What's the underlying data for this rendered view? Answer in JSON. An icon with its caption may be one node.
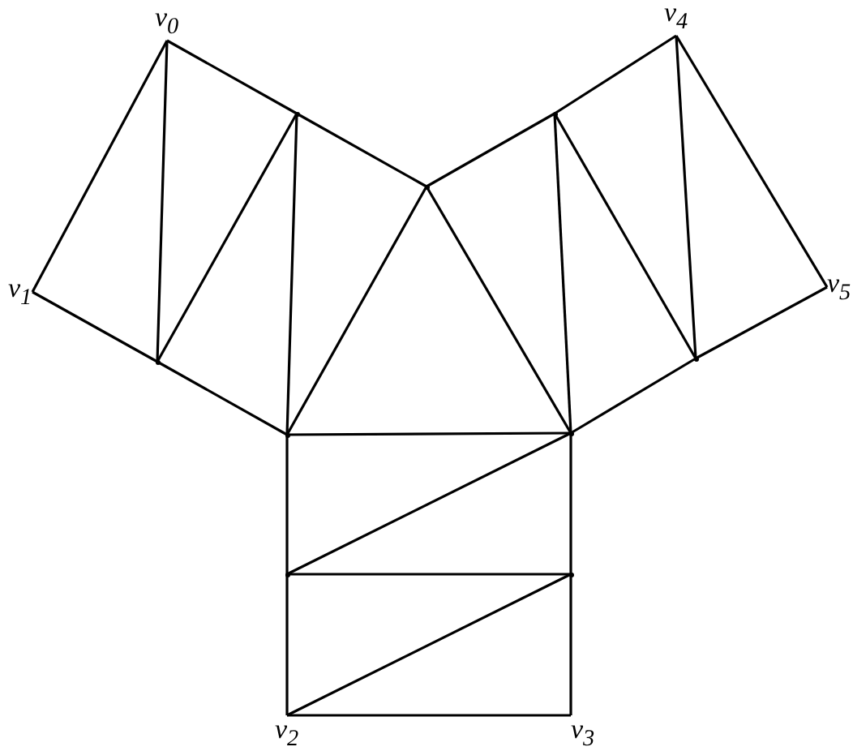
{
  "diagram": {
    "nodes": [
      {
        "text": [
          "v$_{0}$"
        ]
      },
      {
        "text": [
          "v$_{4}$"
        ]
      },
      {
        "text": [],
        "shape": "point"
      },
      {
        "text": [],
        "shape": "point"
      },
      {
        "text": [],
        "shape": "point"
      },
      {
        "text": [
          "v$_{1}$"
        ]
      },
      {
        "text": [
          "v$_{5}$"
        ]
      },
      {
        "text": [],
        "shape": "point"
      },
      {
        "text": [],
        "shape": "point"
      },
      {
        "text": [],
        "shape": "point"
      },
      {
        "text": [],
        "shape": "point"
      },
      {
        "text": [],
        "shape": "point"
      },
      {
        "text": [],
        "shape": "point"
      },
      {
        "text": [
          "v$_{2}$"
        ]
      },
      {
        "text": [
          "v$_{3}$"
        ]
      }
    ],
    "edges": [
      {
        "from": 0,
        "to": 5,
        "arrow": "none"
      },
      {
        "from": 5,
        "to": 7,
        "arrow": "none"
      },
      {
        "from": 7,
        "to": 9,
        "arrow": "none"
      },
      {
        "from": 0,
        "to": 2,
        "arrow": "none"
      },
      {
        "from": 2,
        "to": 4,
        "arrow": "none"
      },
      {
        "from": 0,
        "to": 7,
        "arrow": "none"
      },
      {
        "from": 7,
        "to": 2,
        "arrow": "none"
      },
      {
        "from": 2,
        "to": 9,
        "arrow": "none"
      },
      {
        "from": 4,
        "to": 9,
        "arrow": "none"
      },
      {
        "from": 9,
        "to": 10,
        "arrow": "none"
      },
      {
        "from": 4,
        "to": 10,
        "arrow": "none"
      },
      {
        "from": 4,
        "to": 3,
        "arrow": "none"
      },
      {
        "from": 3,
        "to": 1,
        "arrow": "none"
      },
      {
        "from": 1,
        "to": 6,
        "arrow": "none"
      },
      {
        "from": 6,
        "to": 8,
        "arrow": "none"
      },
      {
        "from": 8,
        "to": 10,
        "arrow": "none"
      },
      {
        "from": 3,
        "to": 10,
        "arrow": "none"
      },
      {
        "from": 3,
        "to": 8,
        "arrow": "none"
      },
      {
        "from": 1,
        "to": 8,
        "arrow": "none"
      },
      {
        "from": 9,
        "to": 11,
        "arrow": "none"
      },
      {
        "from": 11,
        "to": 13,
        "arrow": "none"
      },
      {
        "from": 10,
        "to": 12,
        "arrow": "none"
      },
      {
        "from": 12,
        "to": 14,
        "arrow": "none"
      },
      {
        "from": 13,
        "to": 14,
        "arrow": "none"
      },
      {
        "from": 10,
        "to": 11,
        "arrow": "none"
      },
      {
        "from": 11,
        "to": 12,
        "arrow": "none"
      },
      {
        "from": 12,
        "to": 13,
        "arrow": "none"
      }
    ]
  }
}
